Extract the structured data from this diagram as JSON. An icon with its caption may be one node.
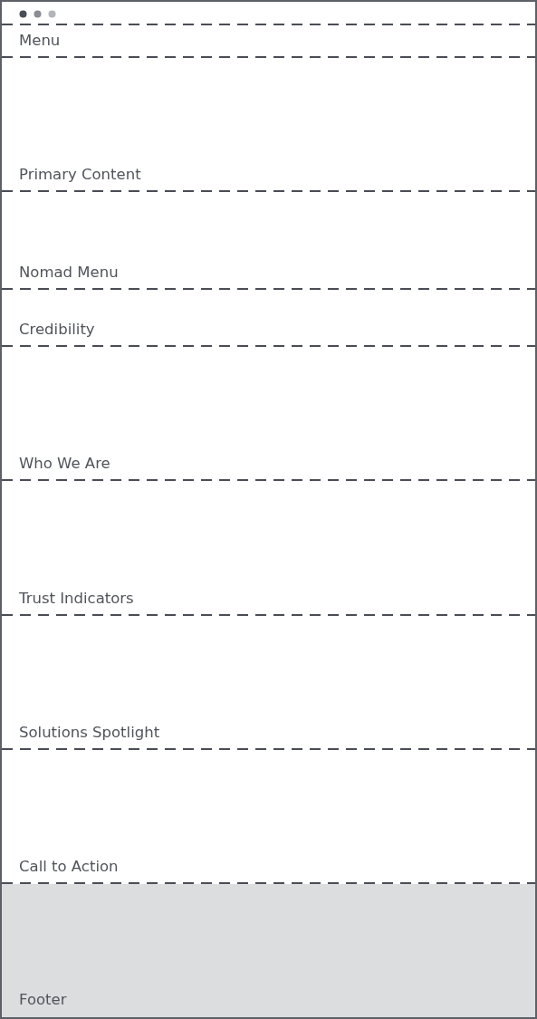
{
  "diagram": {
    "nodes": [
      {
        "text": [
          "Menu"
        ]
      },
      {
        "text": [
          "Primary Content"
        ]
      },
      {
        "text": [
          "Nomad Menu"
        ]
      },
      {
        "text": [
          "Credibility"
        ]
      },
      {
        "text": [
          "Who We Are"
        ]
      },
      {
        "text": [
          "Trust Indicators"
        ]
      },
      {
        "text": [
          "Solutions Spotlight"
        ]
      },
      {
        "text": [
          "Call to Action"
        ]
      },
      {
        "text": [
          "Footer"
        ]
      }
    ],
    "edges": []
  }
}
